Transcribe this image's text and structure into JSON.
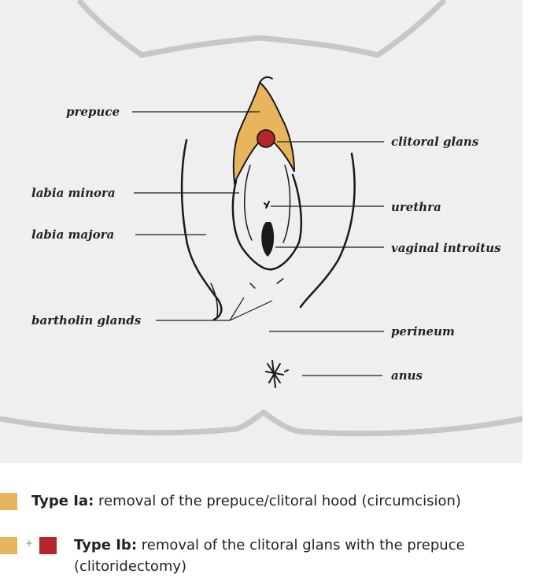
{
  "diagram": {
    "labels": {
      "prepuce": "prepuce",
      "clitoral_glans": "clitoral glans",
      "labia_minora": "labia minora",
      "urethra": "urethra",
      "labia_majora": "labia majora",
      "vaginal_introitus": "vaginal introitus",
      "bartholin_glands": "bartholin glands",
      "perineum": "perineum",
      "anus": "anus"
    }
  },
  "legend": {
    "type_ia": {
      "title": "Type Ia:",
      "description": " removal of the prepuce/clitoral hood (circumcision)"
    },
    "type_ib": {
      "plus": "+",
      "title": "Type Ib:",
      "description": " removal of the clitoral glans with the prepuce",
      "description_line2": "(clitoridectomy)"
    }
  },
  "colors": {
    "panel_background": "#efefef",
    "prepuce_orange": "#e8b45c",
    "glans_red": "#b5262a",
    "body_outline": "#c7c7c7"
  }
}
